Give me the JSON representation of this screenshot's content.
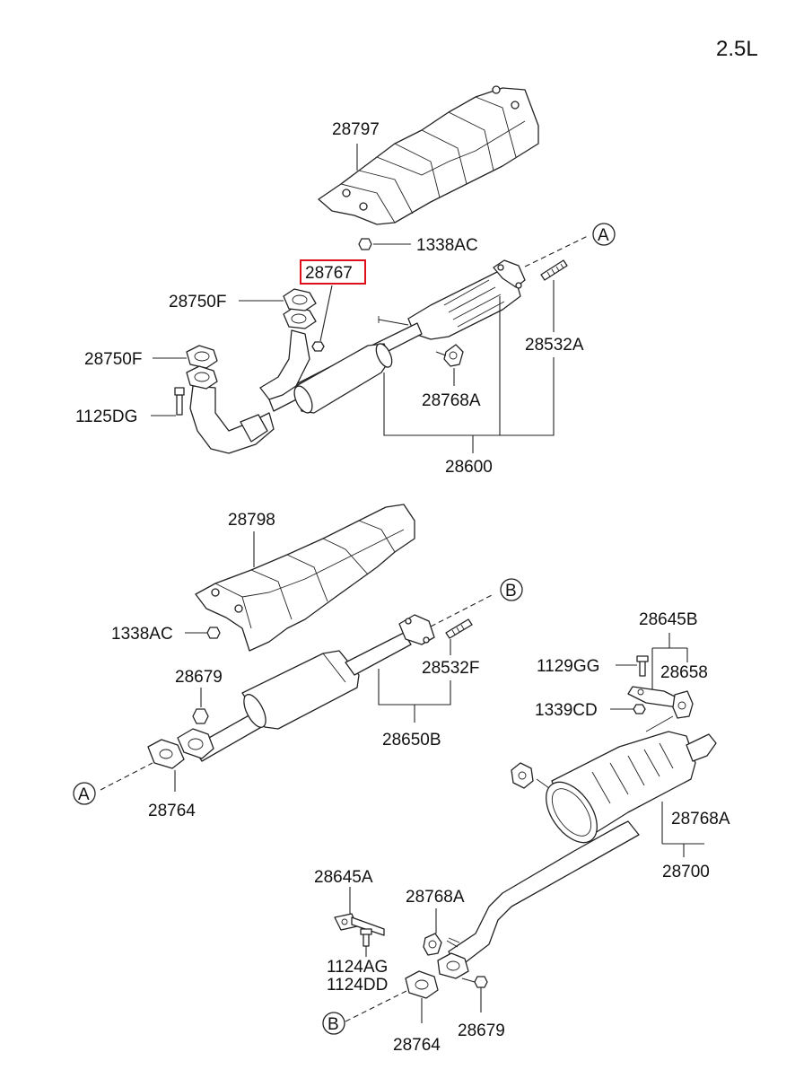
{
  "engine_label": "2.5L",
  "highlighted_part": "28767",
  "labels": {
    "p28797": "28797",
    "p1338AC_top": "1338AC",
    "p28767": "28767",
    "p28750F_a": "28750F",
    "p28750F_b": "28750F",
    "p1125DG": "1125DG",
    "p28532A": "28532A",
    "p28768A_top": "28768A",
    "p28600": "28600",
    "ref_A_top": "A",
    "p28798": "28798",
    "p1338AC_mid": "1338AC",
    "p28679_mid": "28679",
    "p28532F": "28532F",
    "p28650B": "28650B",
    "ref_B_mid": "B",
    "ref_A_mid": "A",
    "p28764_mid": "28764",
    "p28645B": "28645B",
    "p1129GG": "1129GG",
    "p28658": "28658",
    "p1339CD": "1339CD",
    "p28768A_right": "28768A",
    "p28700": "28700",
    "p28645A": "28645A",
    "p28768A_bottom": "28768A",
    "p1124AG": "1124AG",
    "p1124DD": "1124DD",
    "ref_B_bottom": "B",
    "p28764_bottom": "28764",
    "p28679_bottom": "28679"
  },
  "colors": {
    "line": "#222222",
    "highlight": "#e0101a",
    "background": "#ffffff"
  }
}
